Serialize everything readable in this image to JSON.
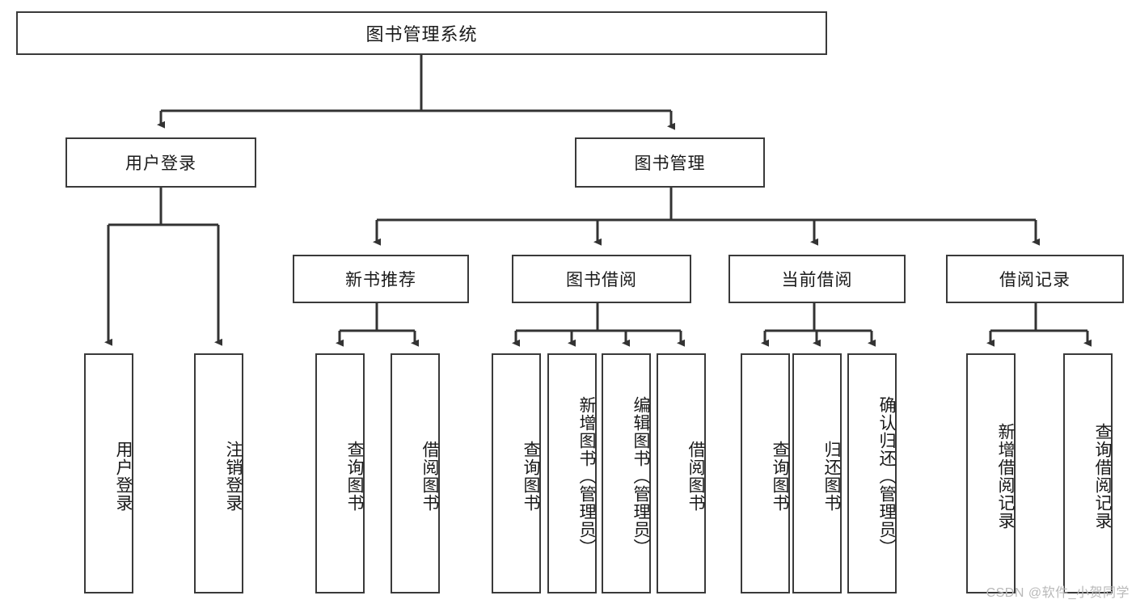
{
  "diagram": {
    "type": "tree-hierarchy",
    "title": "图书管理系统功能结构图",
    "root": {
      "id": "root",
      "label": "图书管理系统"
    },
    "level2": [
      {
        "id": "user-login",
        "label": "用户登录"
      },
      {
        "id": "book-manage",
        "label": "图书管理"
      }
    ],
    "level3": [
      {
        "id": "new-book-recommend",
        "label": "新书推荐",
        "parent": "book-manage"
      },
      {
        "id": "book-borrow",
        "label": "图书借阅",
        "parent": "book-manage"
      },
      {
        "id": "current-borrow",
        "label": "当前借阅",
        "parent": "book-manage"
      },
      {
        "id": "borrow-record",
        "label": "借阅记录",
        "parent": "book-manage"
      }
    ],
    "leaves": {
      "user_login": [
        {
          "id": "leaf-user-login",
          "label": "用户登录"
        },
        {
          "id": "leaf-user-logout",
          "label": "注销登录"
        }
      ],
      "new_book_recommend": [
        {
          "id": "leaf-query-book-1",
          "label": "查询图书"
        },
        {
          "id": "leaf-borrow-book-1",
          "label": "借阅图书"
        }
      ],
      "book_borrow": [
        {
          "id": "leaf-query-book-2",
          "label": "查询图书"
        },
        {
          "id": "leaf-add-book",
          "label": "新增图书（管理员）"
        },
        {
          "id": "leaf-edit-book",
          "label": "编辑图书（管理员）"
        },
        {
          "id": "leaf-borrow-book-2",
          "label": "借阅图书"
        }
      ],
      "current_borrow": [
        {
          "id": "leaf-query-book-3",
          "label": "查询图书"
        },
        {
          "id": "leaf-return-book",
          "label": "归还图书"
        },
        {
          "id": "leaf-confirm-return",
          "label": "确认归还（管理员）"
        }
      ],
      "borrow_record": [
        {
          "id": "leaf-add-record",
          "label": "新增借阅记录"
        },
        {
          "id": "leaf-query-record",
          "label": "查询借阅记录"
        }
      ]
    }
  },
  "watermark": {
    "text": "CSDN @软件_小贺同学"
  },
  "colors": {
    "box_border": "#3a3a3a",
    "box_fill": "#ffffff",
    "connector": "#333333",
    "text": "#1a1a1a",
    "watermark": "#b9b9b9",
    "background": "#ffffff"
  }
}
